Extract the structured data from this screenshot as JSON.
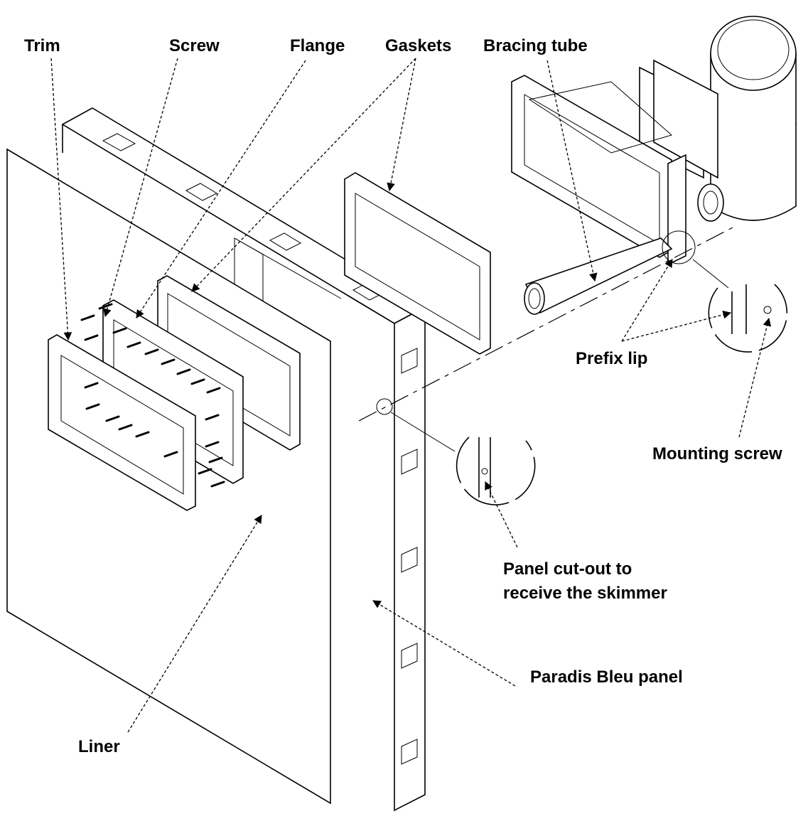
{
  "labels": {
    "trim": "Trim",
    "screw": "Screw",
    "flange": "Flange",
    "gaskets": "Gaskets",
    "bracing_tube": "Bracing tube",
    "prefix_lip": "Prefix lip",
    "mounting_screw": "Mounting screw",
    "panel_cutout_line1": "Panel cut-out to",
    "panel_cutout_line2": "receive the skimmer",
    "paradis_bleu_panel": "Paradis Bleu panel",
    "liner": "Liner"
  }
}
